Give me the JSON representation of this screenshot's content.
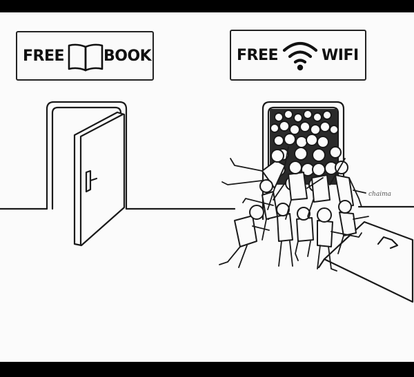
{
  "left_sign": {
    "word1": "FREE",
    "icon": "open-book-icon",
    "word2": "BOOK"
  },
  "right_sign": {
    "word1": "FREE",
    "icon": "wifi-icon",
    "word2": "WIFI"
  },
  "signature": "chaima"
}
